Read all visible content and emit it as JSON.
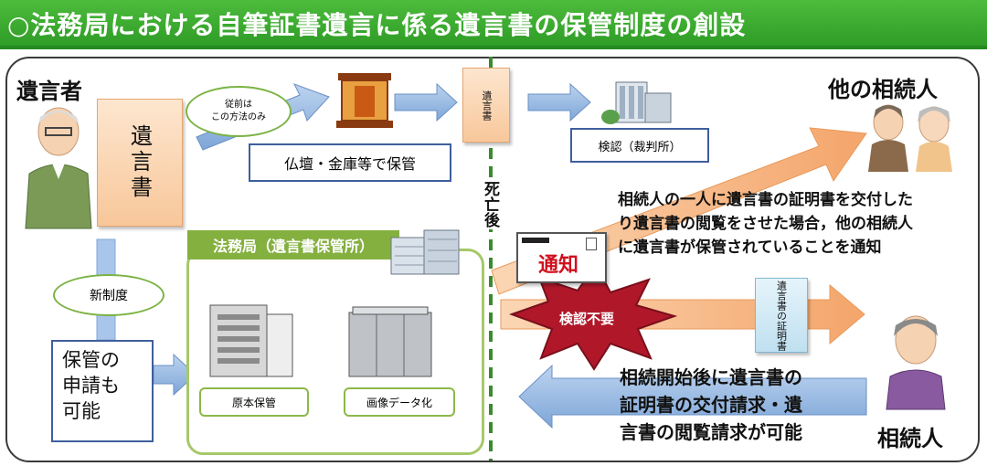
{
  "header": {
    "title": "○法務局における自筆証書遺言に係る遺言書の保管制度の創設"
  },
  "testator": {
    "label": "遺言者"
  },
  "will_doc": {
    "label": "遺言書"
  },
  "old_method_bubble": {
    "line1": "従前は",
    "line2": "この方法のみ"
  },
  "storage_box": {
    "label": "仏壇・金庫等で保管"
  },
  "small_will_doc": {
    "label": "遺言書"
  },
  "probate_box": {
    "label": "検認（裁判所）"
  },
  "death_label": {
    "label": "死亡後"
  },
  "other_heirs": {
    "label": "他の相続人"
  },
  "notice_text": {
    "line1": "相続人の一人に遺言書の証明書を交付した",
    "line2": "り遺言書の閲覧をさせた場合，他の相続人",
    "line3": "に遺言書が保管されていることを通知"
  },
  "notice_card": {
    "label": "通知"
  },
  "new_system_bubble": {
    "label": "新制度"
  },
  "application_box": {
    "line1": "保管の",
    "line2": "申請も",
    "line3": "可能"
  },
  "legal_bureau": {
    "label": "法務局（遺言書保管所）"
  },
  "original_storage": {
    "label": "原本保管"
  },
  "image_data": {
    "label": "画像データ化"
  },
  "no_probate": {
    "label": "検認不要"
  },
  "certificate_doc": {
    "label": "遺言書の証明書"
  },
  "request_text": {
    "line1": "相続開始後に遺言書の",
    "line2": "証明書の交付請求・遺",
    "line3": "言書の閲覧請求が可能"
  },
  "heir": {
    "label": "相続人"
  },
  "colors": {
    "header_green": "#3aa832",
    "arrow_blue": "#7ea6d8",
    "arrow_orange": "#f7b98a",
    "burst_red": "#b0182a",
    "box_green": "#8cb848"
  }
}
